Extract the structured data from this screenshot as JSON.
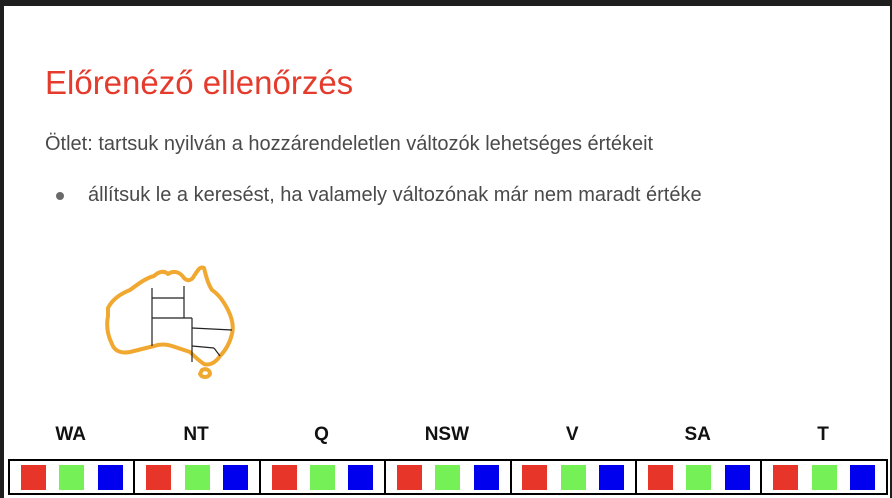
{
  "slide": {
    "title": "Előrenéző ellenőrzés",
    "body": "Ötlet: tartsuk nyilván a hozzárendeletlen változók lehetséges értékeit",
    "bullets": [
      "állítsuk le a keresést, ha valamely változónak már nem maradt értéke"
    ]
  },
  "variables": [
    "WA",
    "NT",
    "Q",
    "NSW",
    "V",
    "SA",
    "T"
  ],
  "domain_values": [
    "red",
    "green",
    "blue"
  ],
  "colors": {
    "title": "#e53b2c",
    "text": "#4a4a4a",
    "map_outline": "#f0a830",
    "red": "#e8352a",
    "green": "#76f057",
    "blue": "#0000ee"
  },
  "icons": {
    "bullet": "bullet-dot-icon",
    "map": "australia-map-icon"
  }
}
